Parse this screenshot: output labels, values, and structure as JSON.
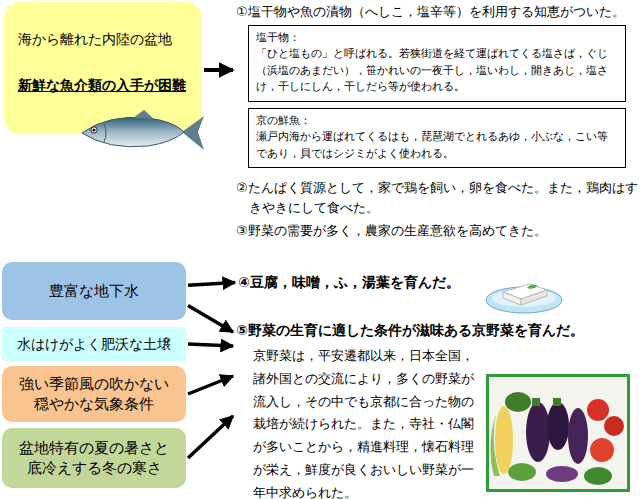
{
  "diagram": {
    "nodes": [
      {
        "text": [
          "海から離れた内陸の盆地",
          "新鮮な魚介類の入手が困難"
        ]
      },
      {
        "text": [
          "①塩干物や魚の漬物（へしこ，塩辛等）を利用する知恵がついた。"
        ]
      },
      {
        "text": [
          "塩干物：",
          "「ひと塩もの」と呼ばれる。若狭街道を経て運ばれてくる塩さば，ぐじ（浜塩のあまだい），笹かれいの一夜干し，塩いわし，開きあじ，塩さけ，干しにしん，干しだら等が使われる。"
        ],
        "in": 1
      },
      {
        "text": [
          "京の鮮魚：",
          "瀬戸内海から運ばれてくるはも，琵琶湖でとれるあゆ，小ぶな，こい等であり，貝ではシジミがよく使われる。"
        ],
        "in": 1
      },
      {
        "text": [
          "豊富な地下水"
        ]
      },
      {
        "text": [
          "水はけがよく肥沃な土壌"
        ]
      },
      {
        "text": [
          "強い季節風の吹かない穏やかな気象条件"
        ]
      },
      {
        "text": [
          "盆地特有の夏の暑さと底冷えする冬の寒さ"
        ]
      },
      {
        "text": [
          "④豆腐，味噌，ふ，湯葉を育んだ。"
        ]
      },
      {
        "text": [
          "⑤野菜の生育に適した条件が滋味ある京野菜を育んだ。",
          "京野菜は，平安遷都以来，日本全国，諸外国との交流により，多くの野菜が流入し，その中でも京都に合った物の栽培が続けられた。また，寺社・仏閣が多いことから，精進料理，懐石料理が栄え，鮮度が良くおいしい野菜が一年中求められた。"
        ]
      }
    ],
    "edges": [
      {
        "from": 0,
        "to": 1,
        "arrow": "to"
      },
      {
        "from": 4,
        "to": 8,
        "arrow": "to"
      },
      {
        "from": 4,
        "to": 9,
        "arrow": "to"
      },
      {
        "from": 5,
        "to": 9,
        "arrow": "to"
      },
      {
        "from": 6,
        "to": 9,
        "arrow": "to"
      },
      {
        "from": 7,
        "to": 9,
        "arrow": "to"
      }
    ],
    "labels": [
      "②たんぱく質源として，家で鶏を飼い，卵を食べた。また，鶏肉はすきやきにして食べた。",
      "③野菜の需要が多く，農家の生産意欲を高めてきた。"
    ]
  }
}
